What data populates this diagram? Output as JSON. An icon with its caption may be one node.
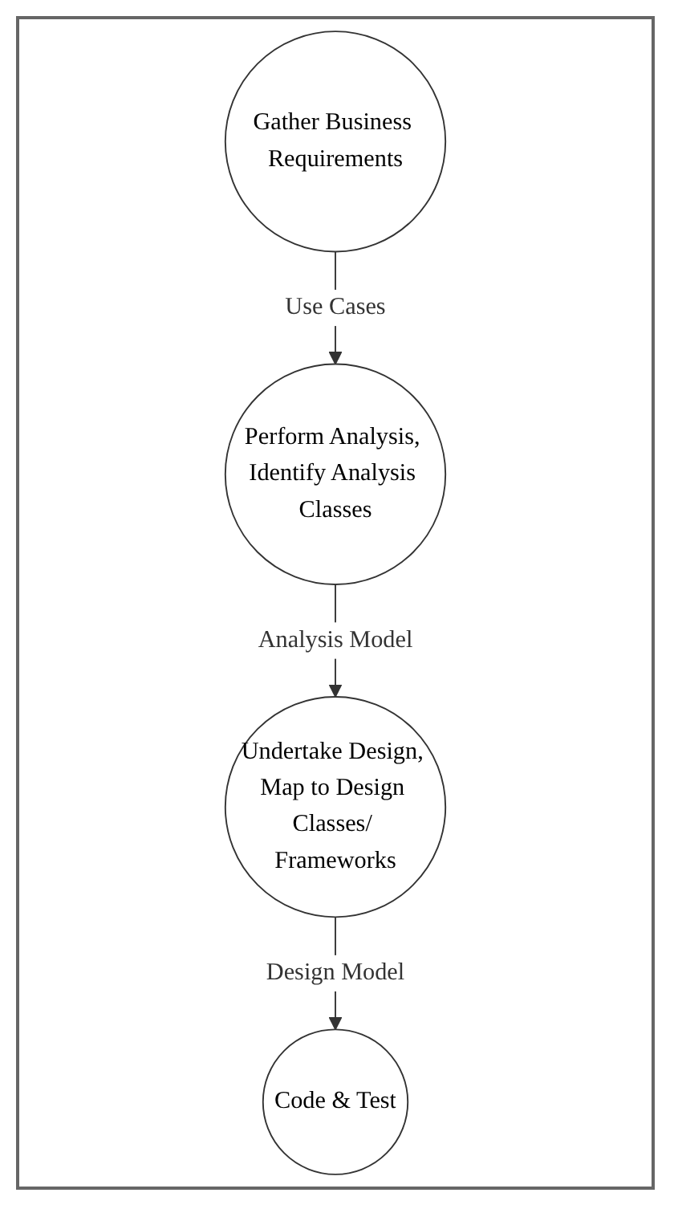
{
  "diagram": {
    "nodes": [
      {
        "text": [
          "Gather Business Requirements"
        ]
      },
      {
        "text": [
          "Perform Analysis, Identify Analysis Classes"
        ]
      },
      {
        "text": [
          "Undertake Design, Map to Design Classes/ Frameworks"
        ]
      },
      {
        "text": [
          "Code & Test"
        ]
      }
    ],
    "edges": [
      {
        "from": 0,
        "to": 1,
        "arrow": "to",
        "label": "Use Cases"
      },
      {
        "from": 1,
        "to": 2,
        "arrow": "to",
        "label": "Analysis Model"
      },
      {
        "from": 2,
        "to": 3,
        "arrow": "to",
        "label": "Design Model"
      }
    ]
  }
}
